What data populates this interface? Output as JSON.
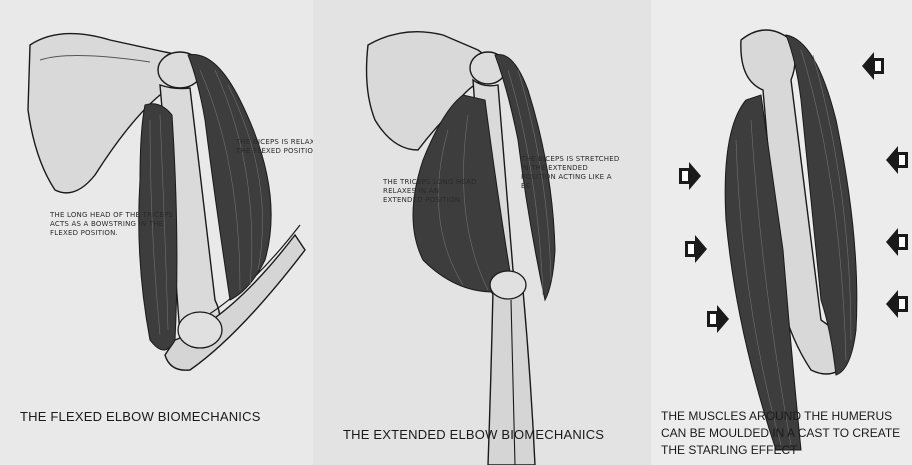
{
  "panels": [
    {
      "caption": "THE FLEXED ELBOW BIOMECHANICS",
      "notes": {
        "biceps": [
          "THE BICEPS IS RELAXED",
          "THE FLEXED POSITION."
        ],
        "triceps": [
          "THE LONG HEAD OF THE TRICEPS",
          "ACTS AS A BOWSTRING IN THE",
          "FLEXED POSITION."
        ]
      }
    },
    {
      "caption": "THE EXTENDED ELBOW BIOMECHANICS",
      "notes": {
        "biceps": [
          "THE BICEPS IS STRETCHED",
          "IN THE EXTENDED",
          "POSITION ACTING LIKE A",
          "BE"
        ],
        "triceps": [
          "THE TRICEPS LONG HEAD",
          "RELAXES IN AN",
          "EXTENDED POSITION"
        ]
      }
    },
    {
      "caption_lines": [
        "THE MUSCLES AROUND THE HUMERUS",
        "CAN BE MOULDED IN A CAST TO CREATE",
        "THE STARLING EFFECT"
      ]
    }
  ],
  "colors": {
    "paper1": "#e9e9e9",
    "paper2": "#e3e3e3",
    "paper3": "#ececec",
    "muscle": "#3d3d3d",
    "bone": "#d9d9d9",
    "ink": "#1a1a1a"
  }
}
